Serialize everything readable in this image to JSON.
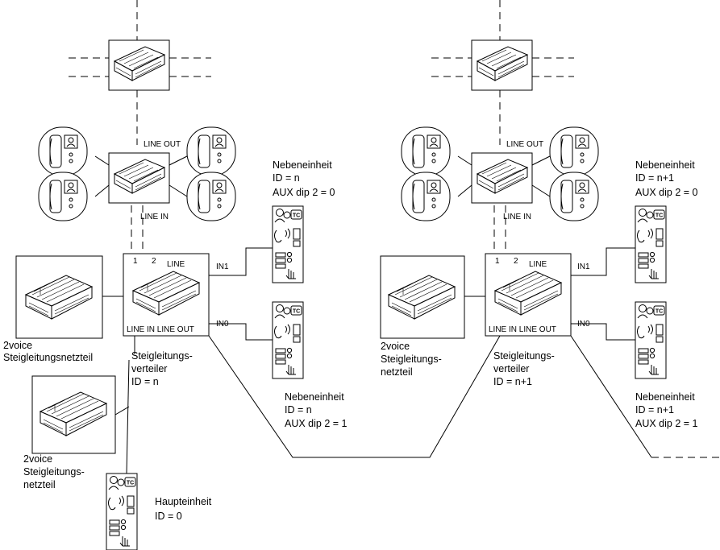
{
  "left": {
    "line_out": "LINE OUT",
    "line_in": "LINE IN",
    "term1": "1",
    "term2": "2",
    "line": "LINE",
    "line_in_out": "LINE IN LINE OUT",
    "in1": "IN1",
    "in0": "IN0",
    "psu1": [
      "2voice",
      "Steigleitungsnetzteil"
    ],
    "distributor": [
      "Steigleitungs-",
      "verteiler",
      "ID = n"
    ],
    "psu2": [
      "2voice",
      "Steigleitungs-",
      "netzteil"
    ],
    "sub_top": [
      "Nebeneinheit",
      "ID = n",
      "AUX dip 2 = 0"
    ],
    "sub_bottom": [
      "Nebeneinheit",
      "ID = n",
      "AUX dip 2 = 1"
    ],
    "main_unit": [
      "Haupteinheit",
      "ID = 0"
    ]
  },
  "right": {
    "line_out": "LINE OUT",
    "line_in": "LINE IN",
    "term1": "1",
    "term2": "2",
    "line": "LINE",
    "line_in_out": "LINE IN LINE OUT",
    "in1": "IN1",
    "in0": "IN0",
    "psu1": [
      "2voice",
      "Steigleitungs-",
      "netzteil"
    ],
    "distributor": [
      "Steigleitungs-",
      "verteiler",
      "ID = n+1"
    ],
    "sub_top": [
      "Nebeneinheit",
      "ID = n+1",
      "AUX dip 2 = 0"
    ],
    "sub_bottom": [
      "Nebeneinheit",
      "ID = n+1",
      "AUX dip 2 = 1"
    ]
  },
  "icons": {
    "tc_badge": "TC",
    "distributor": "riser-distributor-icon",
    "psu": "power-supply-icon",
    "indoor": "indoor-station-icon",
    "outdoor": "outdoor-station-icon"
  }
}
